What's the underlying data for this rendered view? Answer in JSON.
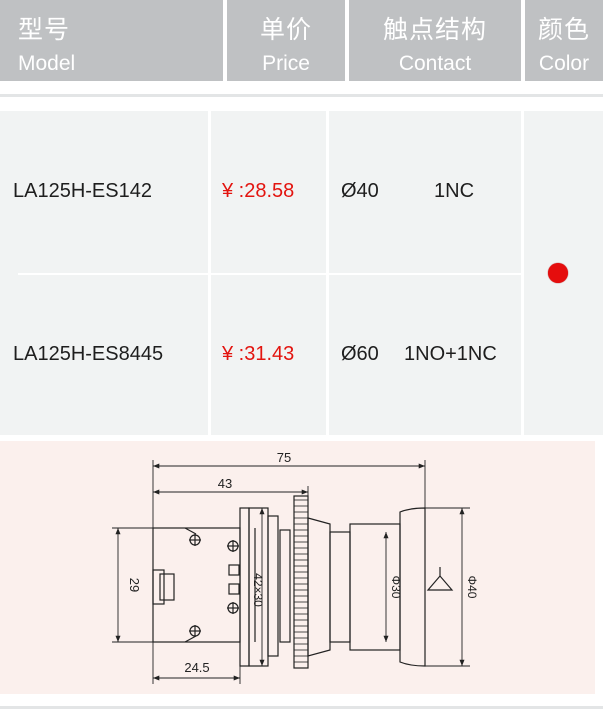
{
  "header": {
    "model": {
      "cn": "型号",
      "en": "Model"
    },
    "price": {
      "cn": "单价",
      "en": "Price"
    },
    "contact": {
      "cn": "触点结构",
      "en": "Contact"
    },
    "color": {
      "cn": "颜色",
      "en": "Color"
    }
  },
  "products": [
    {
      "model": "LA125H-ES142",
      "price": "¥ :28.58",
      "diameter": "Ø40",
      "contact": "1NC"
    },
    {
      "model": "LA125H-ES8445",
      "price": "¥ :31.43",
      "diameter": "Ø60",
      "contact": "1NO+1NC"
    }
  ],
  "color_swatch": "#e50d0d",
  "drawing": {
    "dim_overall": "75",
    "dim_body": "43",
    "dim_height": "29",
    "dim_flange": "42×30",
    "dim_base": "24.5",
    "dim_cap": "Φ30",
    "dim_head": "Φ40"
  }
}
